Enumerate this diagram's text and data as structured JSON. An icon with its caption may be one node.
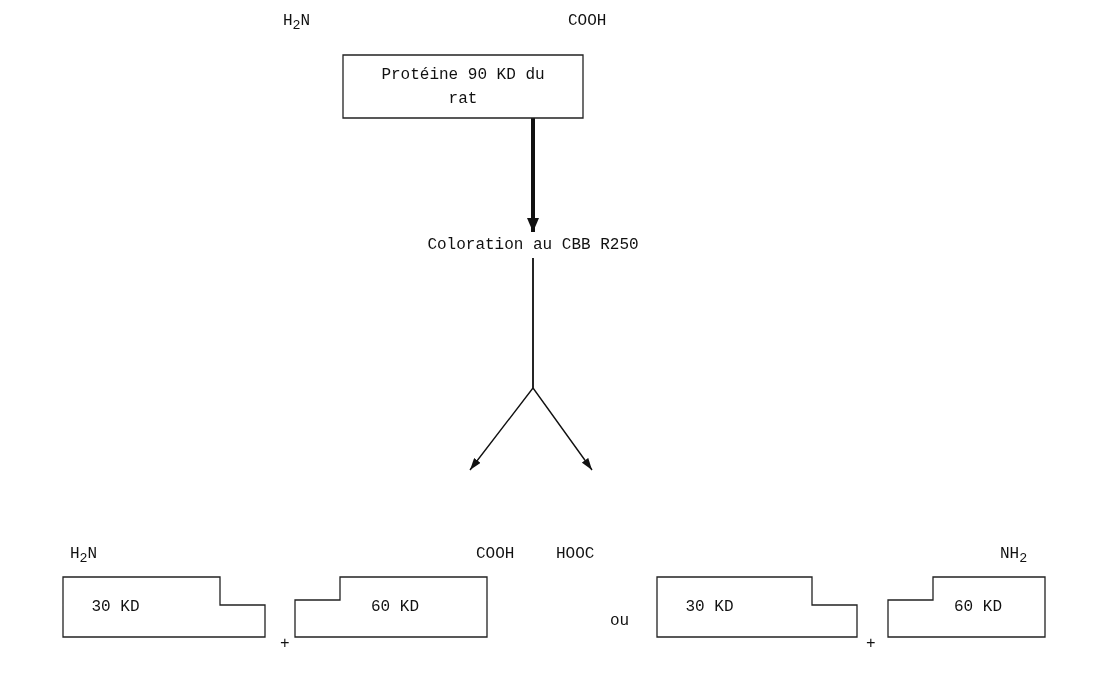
{
  "diagram": {
    "nodes": [
      {
        "text": [
          "Protéine 90 KD du rat"
        ]
      },
      {
        "text": [
          "Coloration au CBB R250"
        ]
      },
      {
        "text": [
          "30 KD"
        ]
      },
      {
        "text": [
          "60 KD"
        ]
      },
      {
        "text": [
          "30 KD"
        ]
      },
      {
        "text": [
          "60 KD"
        ]
      }
    ],
    "edges": [
      {
        "from": 0,
        "to": 1,
        "arrow": "to",
        "style": "thick"
      },
      {
        "from": 1,
        "to": null,
        "arrow": "to"
      },
      {
        "from": 1,
        "to": null,
        "arrow": "to"
      }
    ],
    "labels": [
      "H$_{2}$N",
      "COOH",
      "H$_{2}$N",
      "COOH",
      "HOOC",
      "NH$_{2}$",
      "+",
      "ou",
      "+"
    ]
  }
}
